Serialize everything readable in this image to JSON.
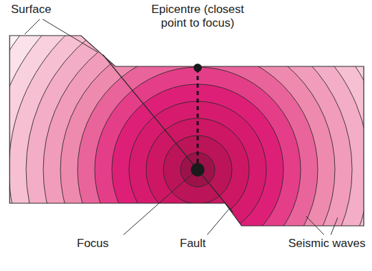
{
  "diagram": {
    "labels": [
      "Surface",
      "Epicentre (closest point to focus)",
      "Focus",
      "Fault",
      "Seismic waves"
    ]
  }
}
